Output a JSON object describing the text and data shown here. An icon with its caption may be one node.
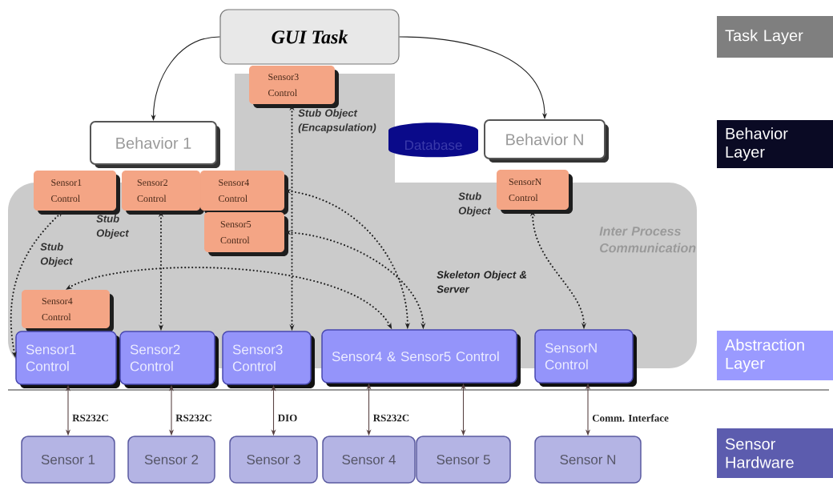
{
  "diagram": {
    "nodes": [
      {
        "text": [
          "GUI Task"
        ]
      },
      {
        "text": [
          "Task Layer"
        ]
      },
      {
        "text": [
          "Sensor3 Control"
        ]
      },
      {
        "text": [
          "Behavior 1"
        ]
      },
      {
        "text": [
          "Database"
        ]
      },
      {
        "text": [
          "Behavior N"
        ]
      },
      {
        "text": [
          "Behavior Layer"
        ]
      },
      {
        "text": [
          "Sensor1 Control"
        ]
      },
      {
        "text": [
          "Sensor2 Control"
        ]
      },
      {
        "text": [
          "Sensor4 Control"
        ]
      },
      {
        "text": [
          "SensorN Control"
        ]
      },
      {
        "text": [
          "Sensor5 Control"
        ]
      },
      {
        "text": [
          "Sensor4 Control"
        ]
      },
      {
        "text": [
          "Sensor1 Control"
        ]
      },
      {
        "text": [
          "Sensor2 Control"
        ]
      },
      {
        "text": [
          "Sensor3 Control"
        ]
      },
      {
        "text": [
          "Sensor4 & Sensor5 Control"
        ]
      },
      {
        "text": [
          "SensorN Control"
        ]
      },
      {
        "text": [
          "Abstraction Layer"
        ]
      },
      {
        "text": [
          "Sensor 1"
        ]
      },
      {
        "text": [
          "Sensor 2"
        ]
      },
      {
        "text": [
          "Sensor 3"
        ]
      },
      {
        "text": [
          "Sensor 4"
        ]
      },
      {
        "text": [
          "Sensor 5"
        ]
      },
      {
        "text": [
          "Sensor N"
        ]
      },
      {
        "text": [
          "Sensor Hardware"
        ]
      }
    ],
    "edges": [
      {
        "from": 0,
        "to": 3,
        "arrow": "to"
      },
      {
        "from": 0,
        "to": 5,
        "arrow": "to"
      },
      {
        "from": 2,
        "to": 15,
        "arrow": "both",
        "style": "dashed"
      },
      {
        "from": 7,
        "to": 13,
        "arrow": "both",
        "style": "dashed"
      },
      {
        "from": 8,
        "to": 14,
        "arrow": "both",
        "style": "dashed"
      },
      {
        "from": 9,
        "to": 16,
        "arrow": "both",
        "style": "dashed"
      },
      {
        "from": 11,
        "to": 16,
        "arrow": "both",
        "style": "dashed"
      },
      {
        "from": 12,
        "to": 16,
        "arrow": "both",
        "style": "dashed"
      },
      {
        "from": 10,
        "to": 17,
        "arrow": "both",
        "style": "dashed"
      },
      {
        "from": 13,
        "to": 19,
        "arrow": "both",
        "label": "RS232C",
        "color": "#5a4444"
      },
      {
        "from": 14,
        "to": 20,
        "arrow": "both",
        "label": "RS232C",
        "color": "#5a4444"
      },
      {
        "from": 15,
        "to": 21,
        "arrow": "both",
        "label": "DIO",
        "color": "#5a4444"
      },
      {
        "from": 16,
        "to": 22,
        "arrow": "both",
        "label": "RS232C",
        "color": "#5a4444"
      },
      {
        "from": 16,
        "to": 23,
        "arrow": "both",
        "color": "#5a4444"
      },
      {
        "from": 17,
        "to": 24,
        "arrow": "both",
        "label": "Comm. Interface",
        "color": "#5a4444"
      }
    ],
    "labels": [
      "Stub Object (Encapsulation)",
      "Stub Object",
      "Stub Object",
      "Stub Object",
      "Inter Process Communication",
      "Skeleton Object & Server"
    ]
  }
}
